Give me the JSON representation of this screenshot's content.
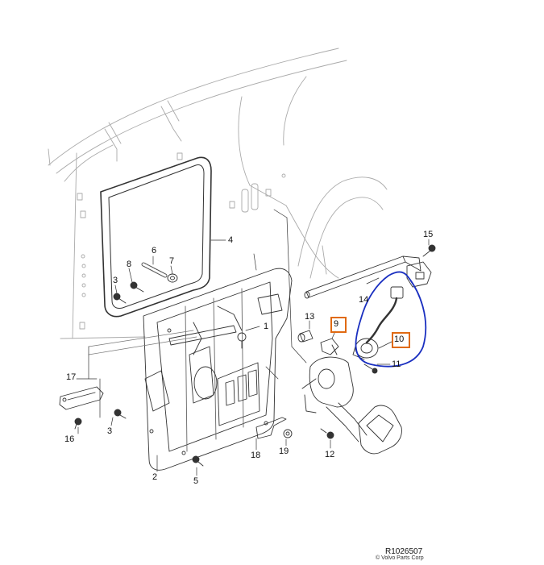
{
  "callouts": {
    "c1": "1",
    "c2": "2",
    "c3a": "3",
    "c3b": "3",
    "c4": "4",
    "c5": "5",
    "c6": "6",
    "c7": "7",
    "c8": "8",
    "c9": "9",
    "c10": "10",
    "c11": "11",
    "c12": "12",
    "c13": "13",
    "c14": "14",
    "c15": "15",
    "c16": "16",
    "c17": "17",
    "c18": "18",
    "c19": "19"
  },
  "footer": {
    "reference": "R1026507",
    "copyright": "© Volvo Parts Corp"
  },
  "colors": {
    "line": "#333333",
    "highlight_box": "#e06a12",
    "annotation": "#1a2fc0"
  }
}
